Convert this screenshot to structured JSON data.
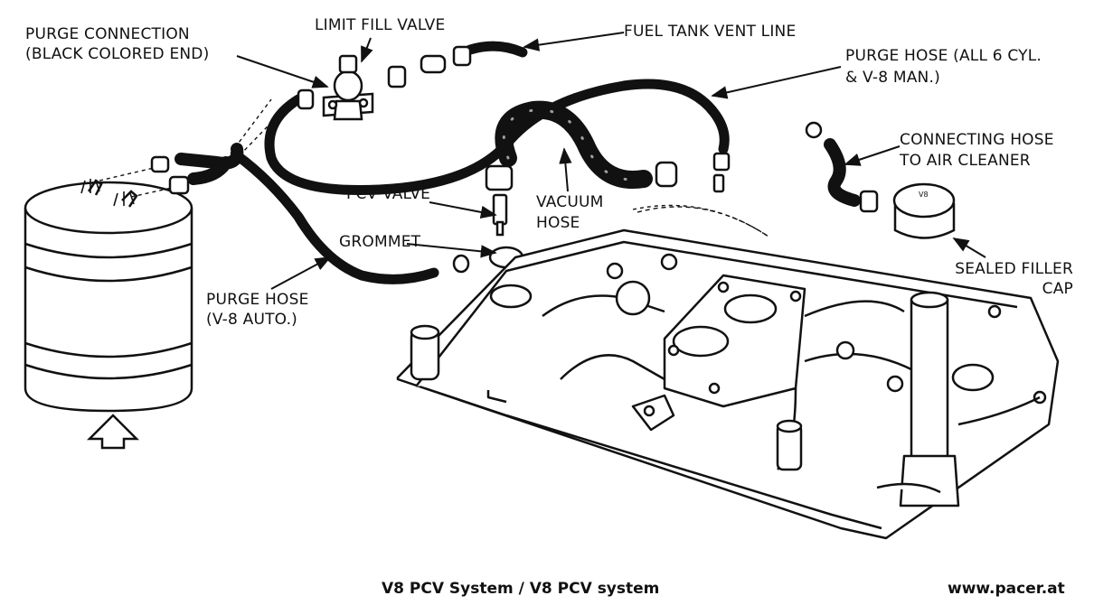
{
  "labels": {
    "purge_connection": "PURGE CONNECTION",
    "purge_connection_note": "(BLACK COLORED END)",
    "limit_fill_valve": "LIMIT FILL VALVE",
    "fuel_tank_vent_line": "FUEL TANK VENT LINE",
    "purge_hose_6cyl_1": "PURGE HOSE (ALL 6 CYL.",
    "purge_hose_6cyl_2": "& V-8 MAN.)",
    "connecting_hose_1": "CONNECTING HOSE",
    "connecting_hose_2": "TO AIR CLEANER",
    "pcv_valve": "PCV VALVE",
    "vacuum_hose_1": "VACUUM",
    "vacuum_hose_2": "HOSE",
    "grommet": "GROMMET",
    "sealed_filler_cap_1": "SEALED FILLER",
    "sealed_filler_cap_2": "CAP",
    "purge_hose_v8auto_1": "PURGE HOSE",
    "purge_hose_v8auto_2": "(V-8 AUTO.)"
  },
  "caption": "V8 PCV System / V8 PCV system",
  "source": "www.pacer.at",
  "colors": {
    "ink": "#111111",
    "background": "#ffffff"
  }
}
